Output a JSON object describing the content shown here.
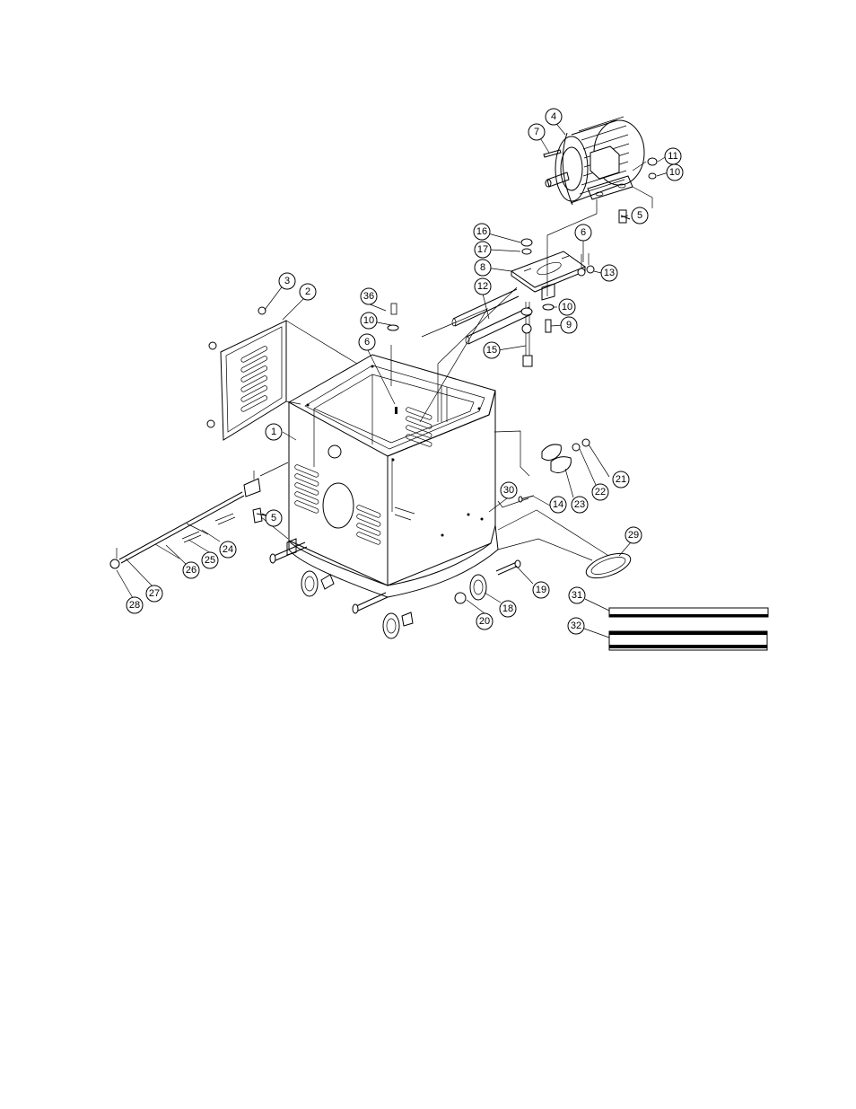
{
  "callouts": [
    "1",
    "2",
    "3",
    "4",
    "5",
    "5",
    "6",
    "6",
    "7",
    "8",
    "9",
    "10",
    "10",
    "10",
    "11",
    "12",
    "13",
    "14",
    "15",
    "16",
    "17",
    "18",
    "19",
    "20",
    "21",
    "22",
    "23",
    "24",
    "25",
    "26",
    "27",
    "28",
    "29",
    "30",
    "31",
    "32",
    "36"
  ]
}
